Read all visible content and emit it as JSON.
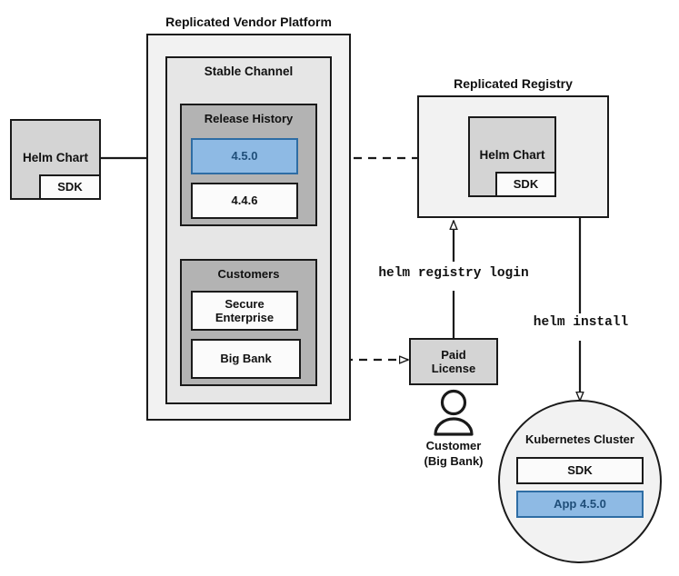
{
  "diagram": {
    "title_vendor_platform": "Replicated Vendor Platform",
    "title_registry": "Replicated Registry",
    "source_chart": {
      "name": "Helm Chart",
      "sdk": "SDK"
    },
    "stable_channel": {
      "label": "Stable Channel"
    },
    "release_history": {
      "label": "Release History",
      "releases": [
        {
          "version": "4.5.0",
          "highlighted": true
        },
        {
          "version": "4.4.6",
          "highlighted": false
        }
      ]
    },
    "customers": {
      "label": "Customers",
      "items": [
        {
          "name": "Secure\nEnterprise"
        },
        {
          "name": "Big Bank"
        }
      ]
    },
    "registry_chart": {
      "name": "Helm Chart",
      "sdk": "SDK"
    },
    "paid_license": {
      "label": "Paid\nLicense"
    },
    "customer_actor": {
      "label": "Customer\n(Big Bank)",
      "icon": "person-icon"
    },
    "commands": [
      {
        "id": "registry-login",
        "text": "helm registry login"
      },
      {
        "id": "helm-install",
        "text": "helm install"
      }
    ],
    "kubernetes_cluster": {
      "label": "Kubernetes Cluster",
      "components": [
        {
          "name": "SDK",
          "highlighted": false
        },
        {
          "name": "App 4.5.0",
          "highlighted": true
        }
      ]
    },
    "colors": {
      "stroke": "#1a1a1a",
      "accent_blue_fill": "#8ebae4",
      "accent_blue_stroke": "#2e6da4",
      "accent_blue_text": "#1f4e79",
      "fill_lightest": "#f2f2f2",
      "fill_light": "#e6e6e6",
      "fill_mid": "#d4d4d4",
      "fill_dark": "#b3b3b3",
      "fill_white": "#fbfbfb"
    }
  }
}
